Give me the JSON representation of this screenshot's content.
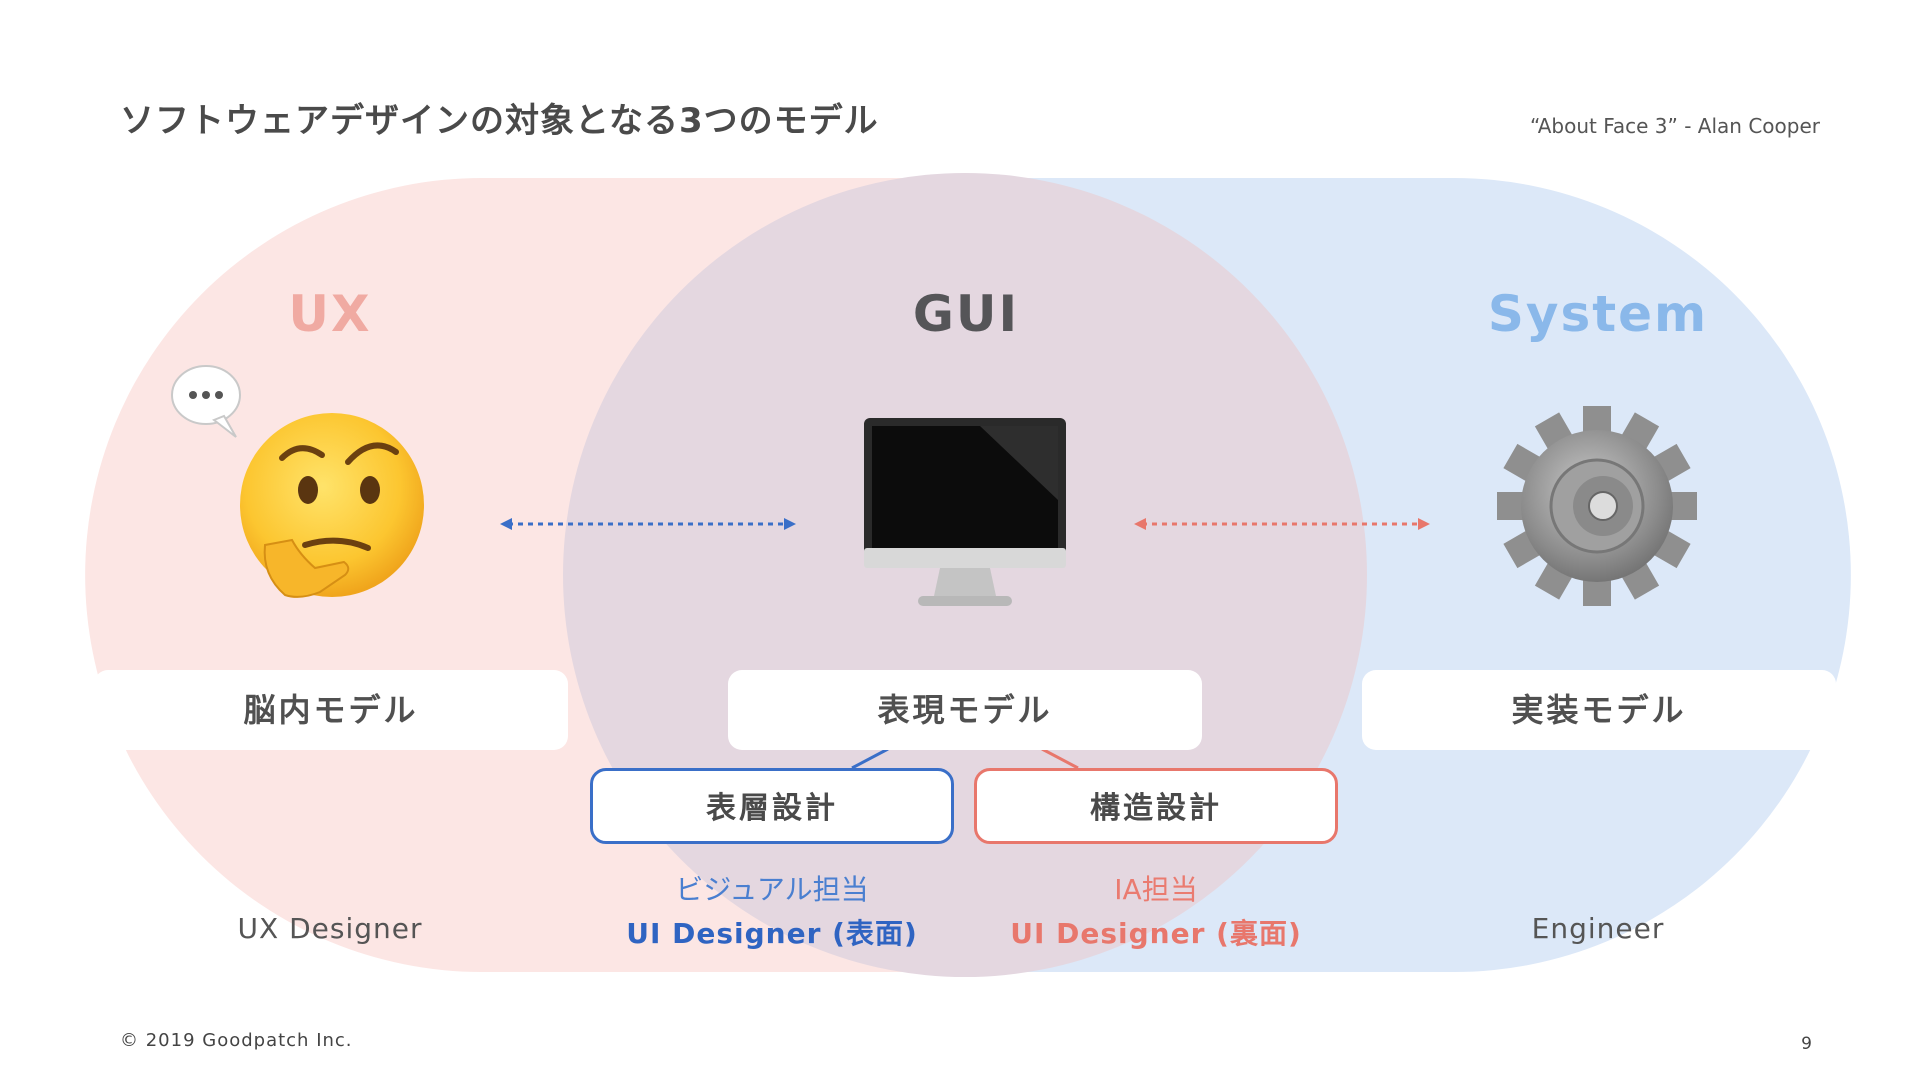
{
  "slide": {
    "title": "ソフトウェアデザインの対象となる3つのモデル",
    "citation": "“About Face 3” - Alan Cooper",
    "copyright": "© 2019 Goodpatch Inc.",
    "page_number": "9"
  },
  "columns": {
    "ux": {
      "title": "UX",
      "model": "脳内モデル",
      "role": "UX Designer",
      "icon": "thinking-face-icon"
    },
    "gui": {
      "title": "GUI",
      "model": "表現モデル",
      "icon": "desktop-computer-icon"
    },
    "system": {
      "title": "System",
      "model": "実装モデル",
      "role": "Engineer",
      "icon": "gear-icon"
    }
  },
  "gui_split": {
    "surface": {
      "label": "表層設計",
      "note": "ビジュアル担当",
      "role": "UI Designer (表面)"
    },
    "structure": {
      "label": "構造設計",
      "note": "IA担当",
      "role": "UI Designer (裏面)"
    }
  },
  "colors": {
    "ux_area": "#fce6e4",
    "gui_area": "#e4d7e0",
    "system_area": "#dce8f8",
    "ux_accent": "#f0aaa2",
    "system_accent": "#8ab8ea",
    "surface_accent": "#3a6fc8",
    "structure_accent": "#e8776c"
  }
}
